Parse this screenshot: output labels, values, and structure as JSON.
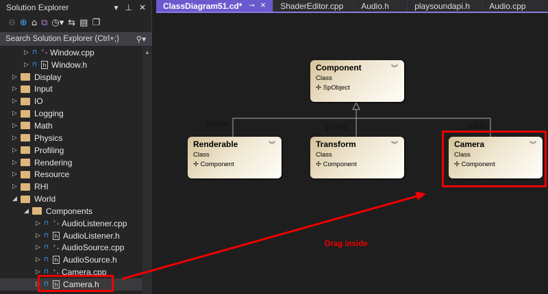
{
  "explorer": {
    "title": "Solution Explorer",
    "search_placeholder": "Search Solution Explorer (Ctrl+;)",
    "items": [
      {
        "label": "Window.cpp",
        "type": "cpp",
        "indent": 3
      },
      {
        "label": "Window.h",
        "type": "h",
        "indent": 3
      },
      {
        "label": "Display",
        "type": "folder",
        "indent": 2
      },
      {
        "label": "Input",
        "type": "folder",
        "indent": 2
      },
      {
        "label": "IO",
        "type": "folder",
        "indent": 2
      },
      {
        "label": "Logging",
        "type": "folder",
        "indent": 2
      },
      {
        "label": "Math",
        "type": "folder",
        "indent": 2
      },
      {
        "label": "Physics",
        "type": "folder",
        "indent": 2
      },
      {
        "label": "Profiling",
        "type": "folder",
        "indent": 2
      },
      {
        "label": "Rendering",
        "type": "folder",
        "indent": 2
      },
      {
        "label": "Resource",
        "type": "folder",
        "indent": 2
      },
      {
        "label": "RHI",
        "type": "folder",
        "indent": 2
      },
      {
        "label": "World",
        "type": "folder",
        "indent": 2,
        "expanded": true
      },
      {
        "label": "Components",
        "type": "folder",
        "indent": 3,
        "expanded": true
      },
      {
        "label": "AudioListener.cpp",
        "type": "cpp",
        "indent": 4
      },
      {
        "label": "AudioListener.h",
        "type": "h",
        "indent": 4
      },
      {
        "label": "AudioSource.cpp",
        "type": "cpp",
        "indent": 4
      },
      {
        "label": "AudioSource.h",
        "type": "h",
        "indent": 4
      },
      {
        "label": "Camera.cpp",
        "type": "cpp",
        "indent": 4
      },
      {
        "label": "Camera.h",
        "type": "h",
        "indent": 4,
        "selected": true
      }
    ]
  },
  "tabs": [
    {
      "label": "ClassDiagram51.cd*",
      "active": true
    },
    {
      "label": "ShaderEditor.cpp"
    },
    {
      "label": "Audio.h"
    },
    {
      "label": "playsoundapi.h"
    },
    {
      "label": "Audio.cpp"
    }
  ],
  "diagram": {
    "classes": [
      {
        "name": "Component",
        "kind": "Class",
        "base": "SpObject"
      },
      {
        "name": "Renderable",
        "kind": "Class",
        "base": "Component"
      },
      {
        "name": "Transform",
        "kind": "Class",
        "base": "Component"
      },
      {
        "name": "Camera",
        "kind": "Class",
        "base": "Component"
      }
    ],
    "inheritance_labels": [
      "public",
      "public",
      "public"
    ],
    "annotation": "Drag inside",
    "annotation_color": "#e00000"
  }
}
